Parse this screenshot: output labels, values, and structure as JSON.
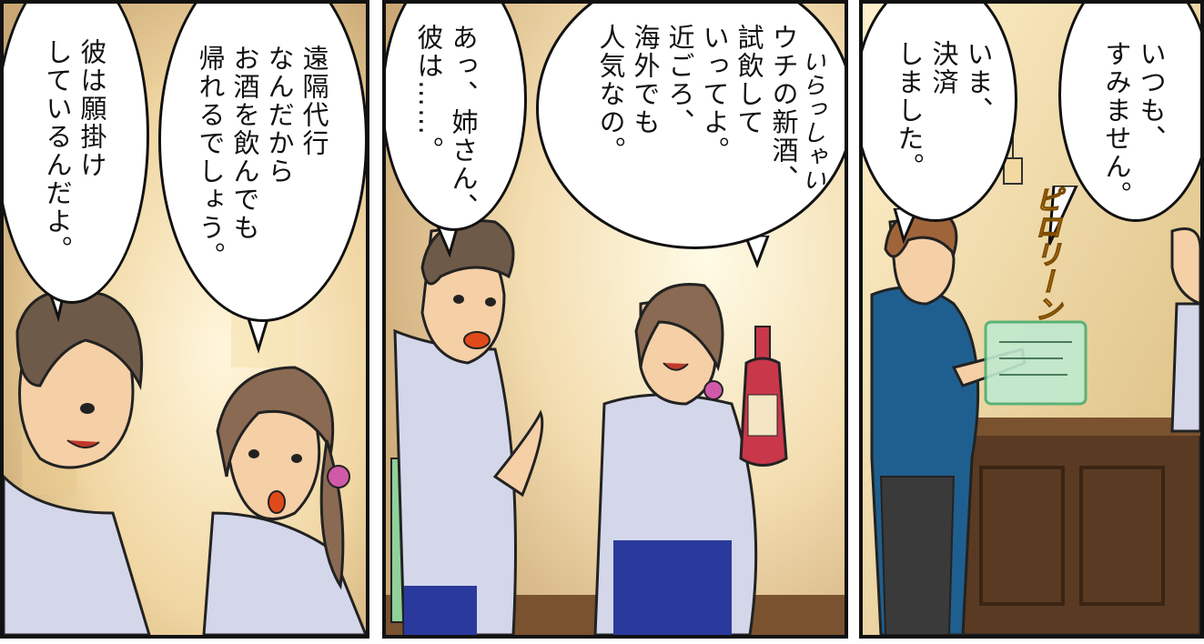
{
  "panels": [
    {
      "id": "panel-1",
      "bubbles": [
        {
          "text": "彼は願掛け\nしているんだよ。"
        },
        {
          "text": "遠隔代行\nなんだから\nお酒を飲んでも\n帰れるでしょう。"
        }
      ]
    },
    {
      "id": "panel-2",
      "bubbles": [
        {
          "text": "あっ、姉さん、\n彼は……。"
        },
        {
          "text": "ウチの新酒、\n試飲して\nいってよ。\n近ごろ、\n海外でも\n人気なの。"
        }
      ],
      "handwritten": "いらっしゃい"
    },
    {
      "id": "panel-3",
      "bubbles": [
        {
          "text": "いつも、\nすみません。"
        },
        {
          "text": "いま、\n決済\nしました。"
        }
      ],
      "sfx": "ピロリーン"
    }
  ],
  "colors": {
    "border": "#111111",
    "uniform": "#d4d6ea",
    "apron": "#2a3a9c",
    "jacket": "#1f5f8f",
    "bottle": "#c8384a",
    "sfx": "#f1a324"
  }
}
